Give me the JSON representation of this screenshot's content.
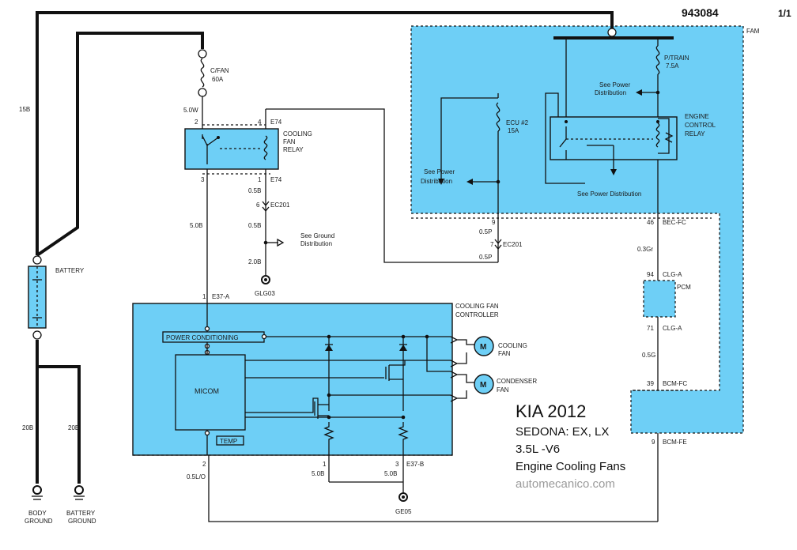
{
  "header": {
    "doc_number": "943084",
    "page": "1/1"
  },
  "title_block": {
    "make": "KIA 2012",
    "model": "SEDONA: EX, LX",
    "engine": "3.5L -V6",
    "system": "Engine Cooling Fans",
    "source": "automecanico.com"
  },
  "labels": {
    "fam": "FAM",
    "p_train": "P/TRAIN",
    "p_train_amp": "7.5A",
    "see_power_1": "See Power",
    "see_power_1b": "Distribution",
    "ecu2": "ECU #2",
    "ecu2_amp": "15A",
    "see_power_2": "See Power",
    "see_power_2b": "Distribution",
    "see_power_3": "See Power Distribution",
    "ecr_1": "ENGINE",
    "ecr_2": "CONTROL",
    "ecr_3": "RELAY",
    "cfan": "C/FAN",
    "cfan_amp": "60A",
    "w_5_0w": "5.0W",
    "pin_2": "2",
    "pin_4": "4",
    "e74_top": "E74",
    "cfr_1": "COOLING",
    "cfr_2": "FAN",
    "cfr_3": "RELAY",
    "pin_3": "3",
    "pin_1": "1",
    "e74_bot": "E74",
    "w_0_5b_a": "0.5B",
    "pin_6": "6",
    "ec201_a": "EC201",
    "w_0_5b_b": "0.5B",
    "see_ground_1": "See Ground",
    "see_ground_2": "Distribution",
    "w_2_0b": "2.0B",
    "glg03": "GLG03",
    "w_5_0b_main": "5.0B",
    "w_15b": "15B",
    "battery": "BATTERY",
    "w_20b_a": "20B",
    "w_20b_b": "20B",
    "body_ground_1": "BODY",
    "body_ground_2": "GROUND",
    "battery_ground_1": "BATTERY",
    "battery_ground_2": "GROUND",
    "pin_9_top": "9",
    "w_0_5p_a": "0.5P",
    "pin_7": "7",
    "ec201_b": "EC201",
    "w_0_5p_b": "0.5P",
    "pin_46": "46",
    "bec_fc": "BEC-FC",
    "w_0_3gr": "0.3Gr",
    "pin_94": "94",
    "clg_a_1": "CLG-A",
    "pcm": "PCM",
    "pin_71": "71",
    "clg_a_2": "CLG-A",
    "w_0_5g": "0.5G",
    "pin_39": "39",
    "bcm_fc": "BCM-FC",
    "pin_9_bot": "9",
    "bcm_fe": "BCM-FE",
    "pin_1_e37": "1",
    "e37_a": "E37-A",
    "cfc_1": "COOLING FAN",
    "cfc_2": "CONTROLLER",
    "power_cond": "POWER CONDITIONING",
    "micom": "MICOM",
    "temp": "TEMP",
    "cooling_fan_1": "COOLING",
    "cooling_fan_2": "FAN",
    "condenser_fan_1": "CONDENSER",
    "condenser_fan_2": "FAN",
    "motor_m1": "M",
    "motor_m2": "M",
    "pin_2_bot": "2",
    "w_0_5lo": "0.5L/O",
    "pin_1_bot": "1",
    "w_5_0b_c": "5.0B",
    "pin_3_bot": "3",
    "e37_b": "E37-B",
    "w_5_0b_d": "5.0B",
    "ge05": "GE05"
  },
  "colors": {
    "module_fill": "#6ecff6",
    "wire": "#111111"
  }
}
